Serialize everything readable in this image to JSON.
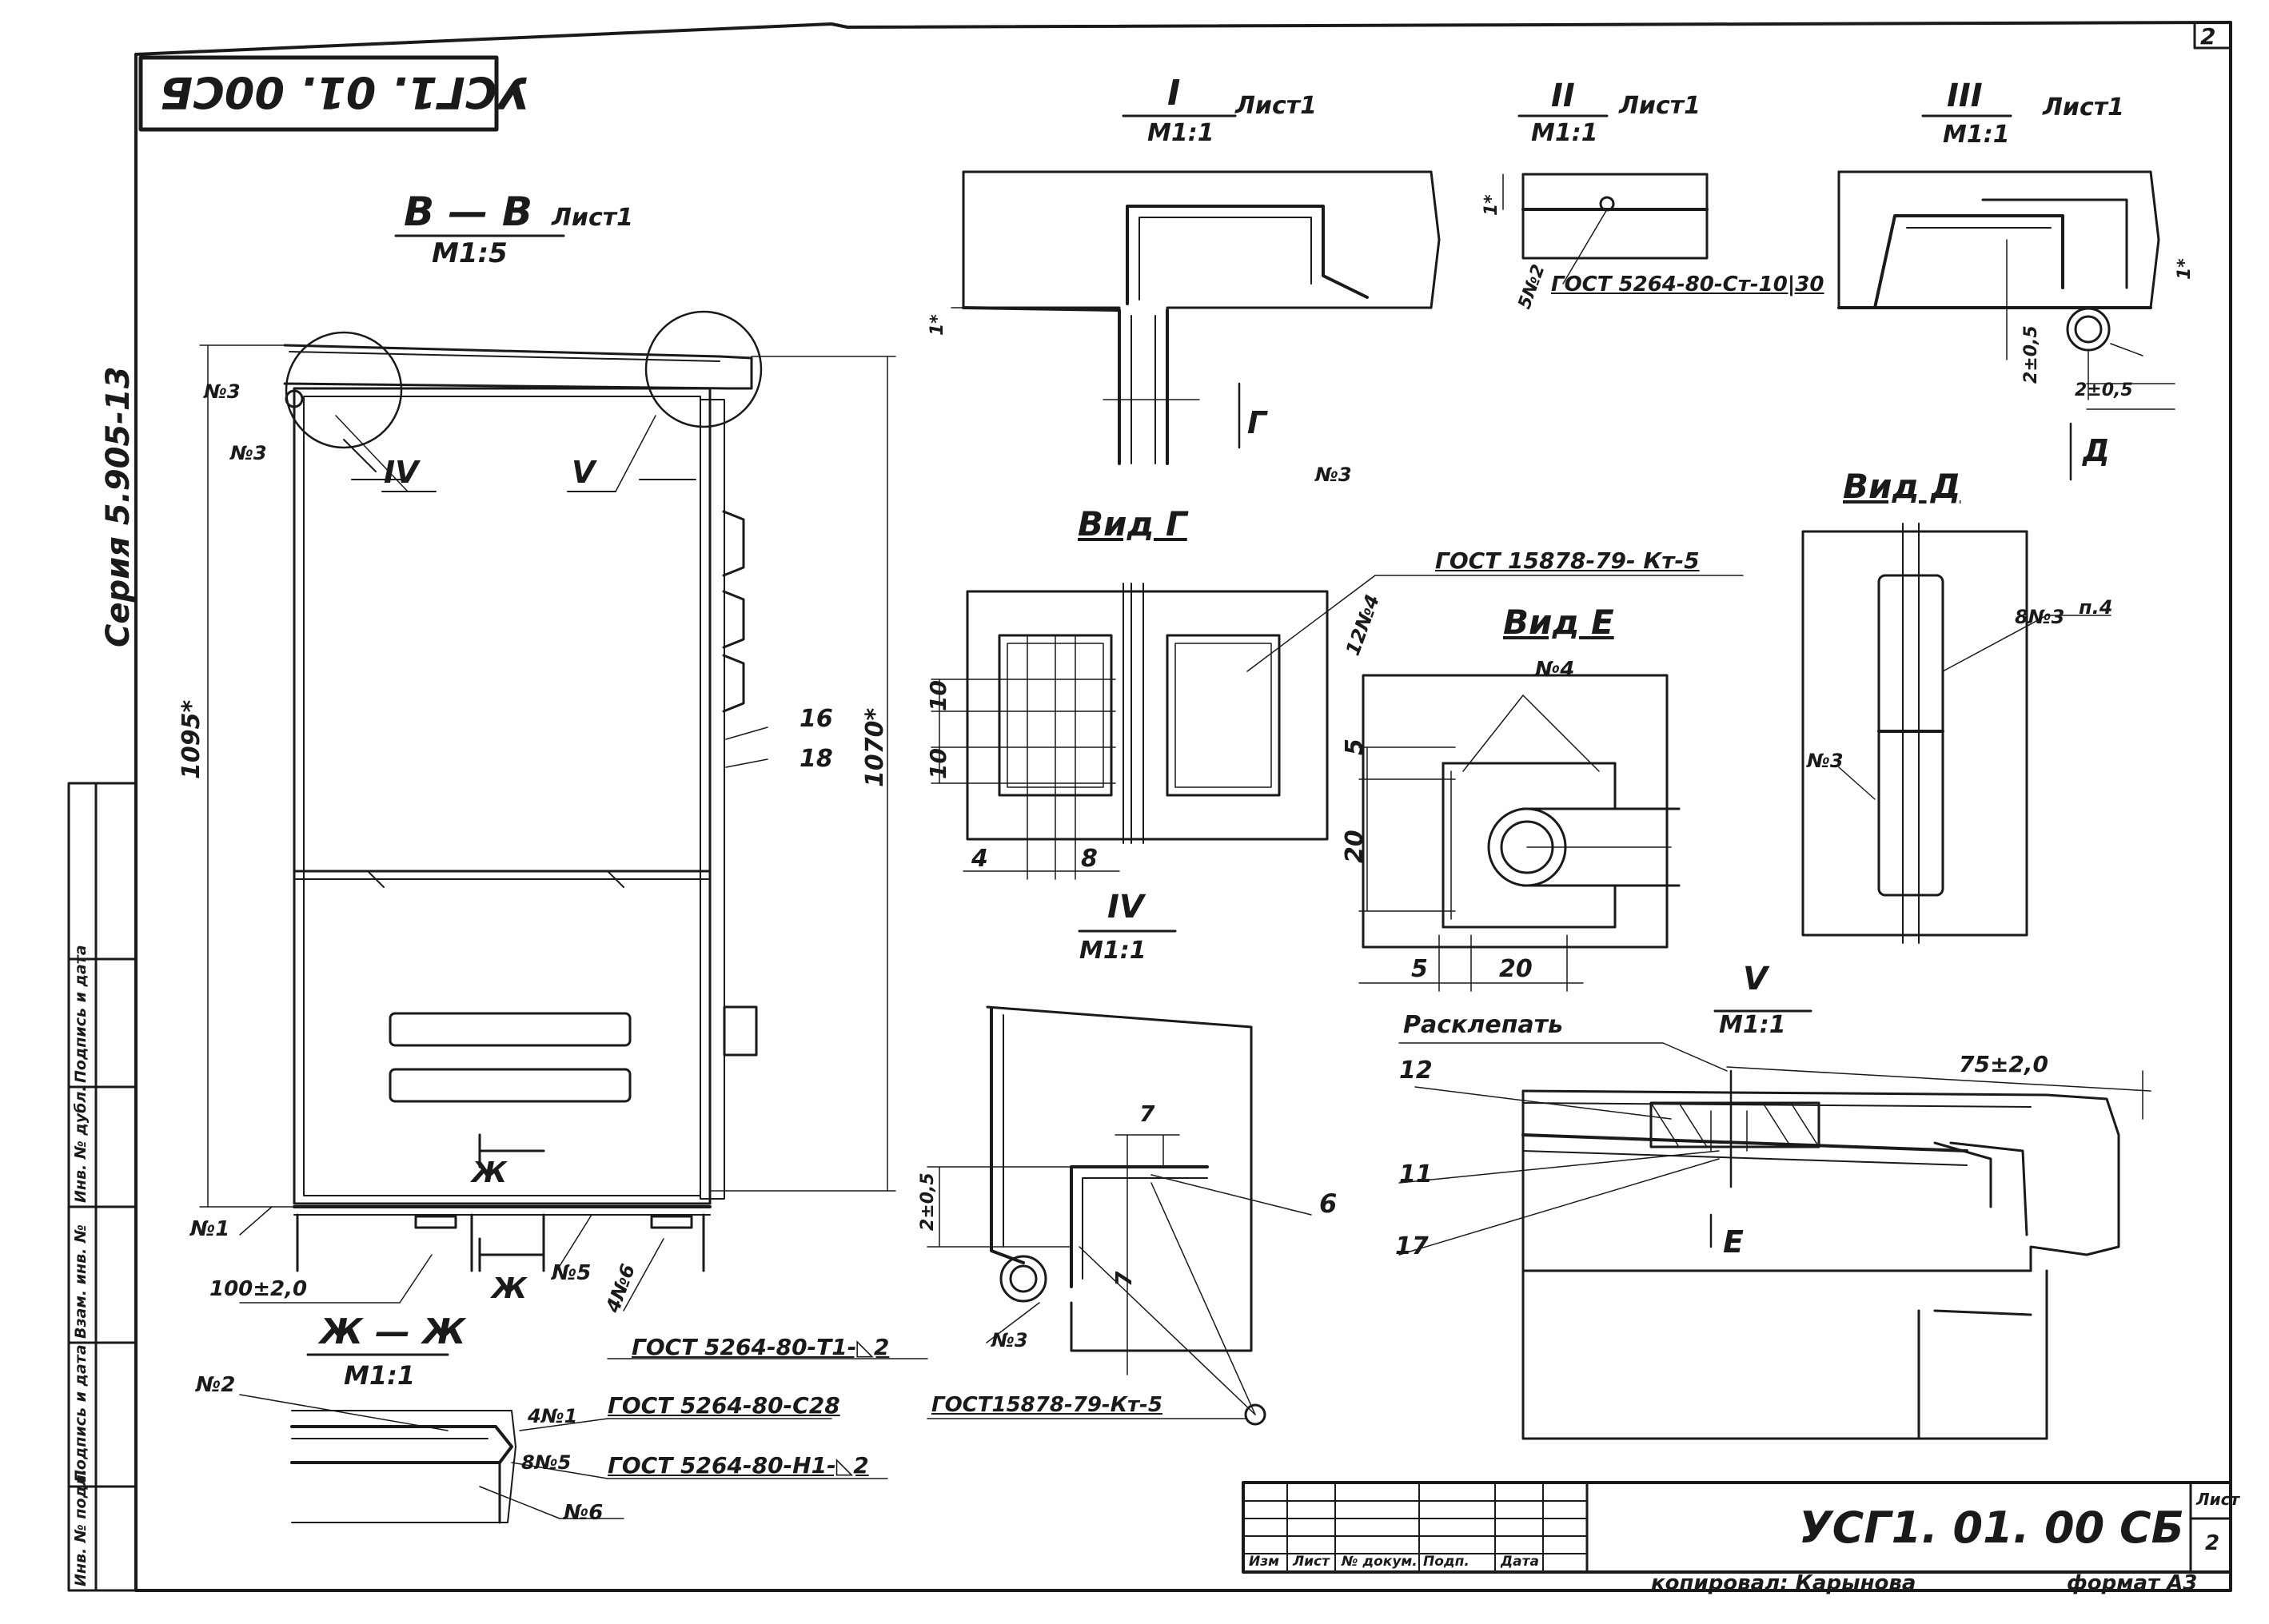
{
  "drawing": {
    "doc_code_main": "УСГ1. 01. 00 СБ",
    "doc_code_top": "УСГ1. 01. 00СБ",
    "series": "Серия 5.905-13",
    "sheet_corner_number": "2",
    "sheet_number": "2",
    "sheet_label": "Лист",
    "copied_by": "копировал: Карынова",
    "format": "формат А3"
  },
  "sections": {
    "bb": {
      "title": "В — В",
      "sheet": "Лист1",
      "scale": "М1:5"
    },
    "s1": {
      "title": "I",
      "sheet": "Лист1",
      "scale": "М1:1"
    },
    "s2": {
      "title": "II",
      "sheet": "Лист1",
      "scale": "М1:1"
    },
    "s3": {
      "title": "III",
      "sheet": "Лист1",
      "scale": "М1:1"
    },
    "s4": {
      "title": "IV",
      "scale": "М1:1"
    },
    "s5": {
      "title": "V",
      "scale": "М1:1"
    },
    "zhzh": {
      "title": "Ж — Ж",
      "scale": "М1:1"
    },
    "vid_g": {
      "title": "Вид Г"
    },
    "vid_d": {
      "title": "Вид Д"
    },
    "vid_e": {
      "title": "Вид Е"
    }
  },
  "labels": {
    "n1": "№1",
    "n2": "№2",
    "n3": "№3",
    "n3b": "№3",
    "n3c": "№3",
    "n3d": "№3",
    "n3e": "№3",
    "n4": "№4",
    "n5": "№5",
    "n6": "№6",
    "l_6n4": "4№6",
    "l_4n1": "4№1",
    "l_8n5": "8№5",
    "l_12n4": "12№4",
    "l_8n3": "8№3",
    "l_5n2": "5№2",
    "p4": "п.4",
    "c4": "IV",
    "c5": "V",
    "zh_mark1": "Ж",
    "zh_mark2": "Ж",
    "g_mark": "Г",
    "d_mark": "Д",
    "e_mark": "Е",
    "pos16": "16",
    "pos18": "18",
    "pos6": "6",
    "pos12": "12",
    "pos11": "11",
    "pos17": "17",
    "raskle": "Расклепать"
  },
  "dims": {
    "h1095": "1095*",
    "h1070": "1070*",
    "d100": "100±2,0",
    "d75": "75±2,0",
    "d2_05a": "2±0,5",
    "d2_05b": "2±0,5",
    "d2_05c": "2±0,5",
    "d1a": "1*",
    "d1b": "1*",
    "d1c": "1*",
    "d7a": "7",
    "d7b": "7",
    "g10a": "10",
    "g10b": "10",
    "g4": "4",
    "g8": "8",
    "e5a": "5",
    "e20a": "20",
    "e5b": "5",
    "e20b": "20"
  },
  "gost": {
    "g_weld1": "ГОСТ 5264-80-Ст-10|30",
    "g_rivet1": "ГОСТ 15878-79- Кт-5",
    "g_weld2": "ГОСТ 5264-80-Т1-◺2",
    "g_weld3": "ГОСТ 5264-80-С28",
    "g_weld4": "ГОСТ 5264-80-Н1-◺2",
    "g_rivet2": "ГОСТ15878-79-Кт-5"
  },
  "stamp": {
    "headers": [
      "Изм",
      "Лист",
      "№ докум.",
      "Подп.",
      "Дата"
    ],
    "side_columns": [
      "Инв. № подл.",
      "Подпись и дата",
      "Взам. инв. №",
      "Инв. № дубл.",
      "Подпись и дата"
    ]
  }
}
